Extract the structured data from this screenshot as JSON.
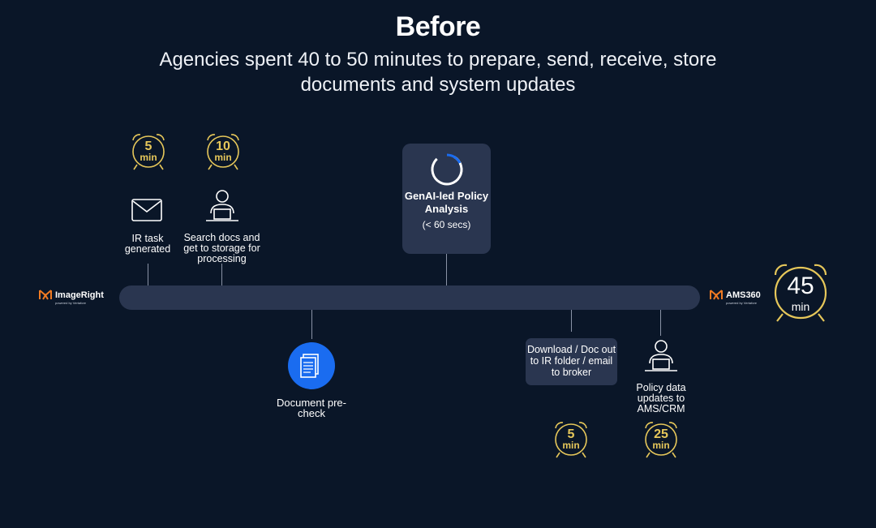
{
  "header": {
    "title": "Before",
    "subtitle": "Agencies spent 40 to 50 minutes to prepare, send, receive, store documents and system updates"
  },
  "logos": {
    "left": {
      "name": "ImageRight",
      "sub": "powered by Vertafore"
    },
    "right": {
      "name": "AMS360",
      "sub": "powered by Vertafore"
    }
  },
  "steps": {
    "ir_task": {
      "label": "IR task generated",
      "time": "5",
      "unit": "min"
    },
    "search_docs": {
      "label": "Search docs and get to storage for processing",
      "time": "10",
      "unit": "min"
    },
    "document_precheck": {
      "label": "Document pre-check"
    },
    "genai": {
      "title": "GenAI-led Policy Analysis",
      "sub": "(< 60 secs)"
    },
    "download": {
      "label": "Download / Doc out to IR folder / email to broker",
      "time": "5",
      "unit": "min"
    },
    "policy_update": {
      "label": "Policy data updates to AMS/CRM",
      "time": "25",
      "unit": "min"
    }
  },
  "total": {
    "time": "45",
    "unit": "min"
  },
  "colors": {
    "background": "#0a1628",
    "timeline": "#2a3650",
    "clock": "#e6c75a",
    "accent_blue": "#1a6cf0",
    "logo_orange": "#f07a22"
  }
}
